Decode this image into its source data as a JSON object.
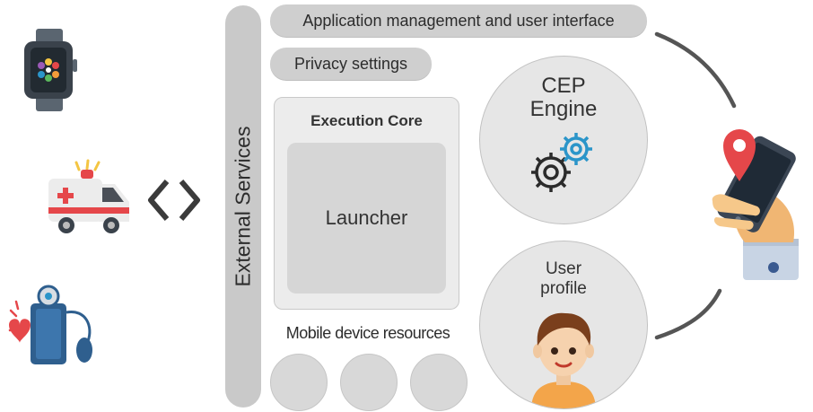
{
  "labels": {
    "external_services": "External Services",
    "app_management": "Application management and user interface",
    "privacy": "Privacy settings",
    "execution_core": "Execution Core",
    "launcher": "Launcher",
    "cep_line1": "CEP",
    "cep_line2": "Engine",
    "user_line1": "User",
    "user_line2": "profile",
    "mobile_resources": "Mobile device resources"
  },
  "icons": [
    "smartwatch-icon",
    "ambulance-icon",
    "blood-pressure-monitor-icon",
    "code-brackets-icon",
    "gears-icon",
    "user-avatar-icon",
    "hand-holding-phone-icon",
    "location-pin-icon"
  ],
  "colors": {
    "pill_gray": "#cfcfcf",
    "panel_gray": "#ececec",
    "gear_blue": "#2b95c9",
    "pin_red": "#e5474a",
    "accent_orange": "#f3a54a"
  }
}
